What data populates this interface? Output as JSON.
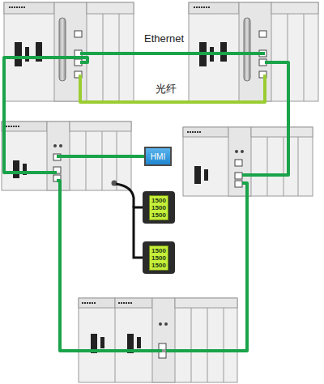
{
  "diagram": {
    "nodes": [
      {
        "text": [
          "HMI"
        ]
      },
      {
        "text": [
          "1500 1500 1500"
        ]
      },
      {
        "text": [
          "1500 1500 1500"
        ]
      }
    ],
    "edges": [
      {
        "from": 1,
        "to": 2,
        "arrow": "none"
      }
    ],
    "labels": [
      "Ethernet",
      "光纤"
    ]
  }
}
